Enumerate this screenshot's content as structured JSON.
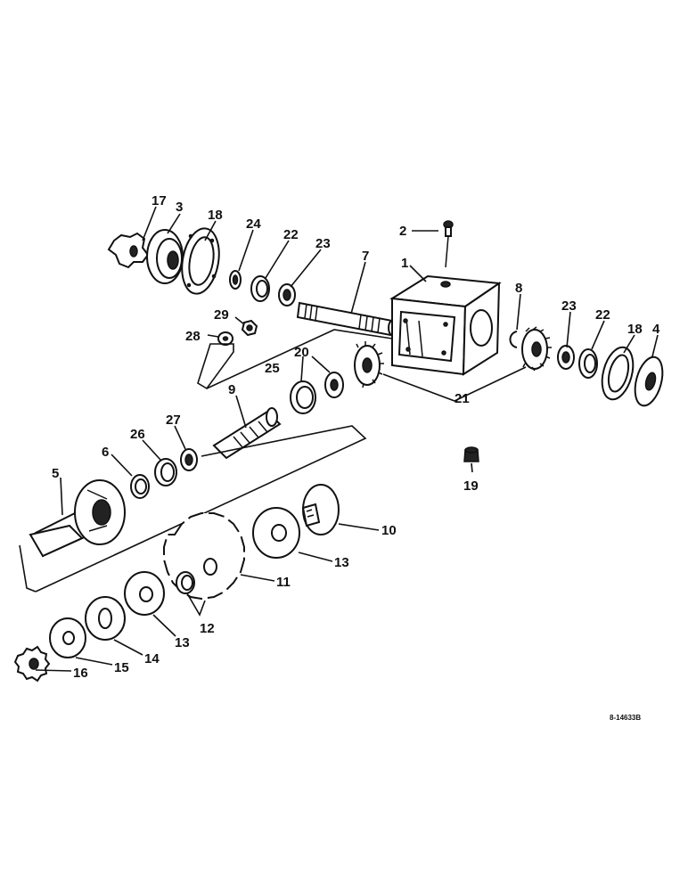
{
  "diagram": {
    "reference_code": "8-14633B",
    "callouts": {
      "c1": "1",
      "c2": "2",
      "c3": "3",
      "c4": "4",
      "c5": "5",
      "c6": "6",
      "c7": "7",
      "c8": "8",
      "c9": "9",
      "c10": "10",
      "c11": "11",
      "c12": "12",
      "c13a": "13",
      "c13b": "13",
      "c14": "14",
      "c15": "15",
      "c16": "16",
      "c17": "17",
      "c18a": "18",
      "c18b": "18",
      "c19": "19",
      "c20": "20",
      "c21": "21",
      "c22a": "22",
      "c22b": "22",
      "c23a": "23",
      "c23b": "23",
      "c24": "24",
      "c25": "25",
      "c26": "26",
      "c27": "27",
      "c28": "28",
      "c29": "29"
    }
  }
}
